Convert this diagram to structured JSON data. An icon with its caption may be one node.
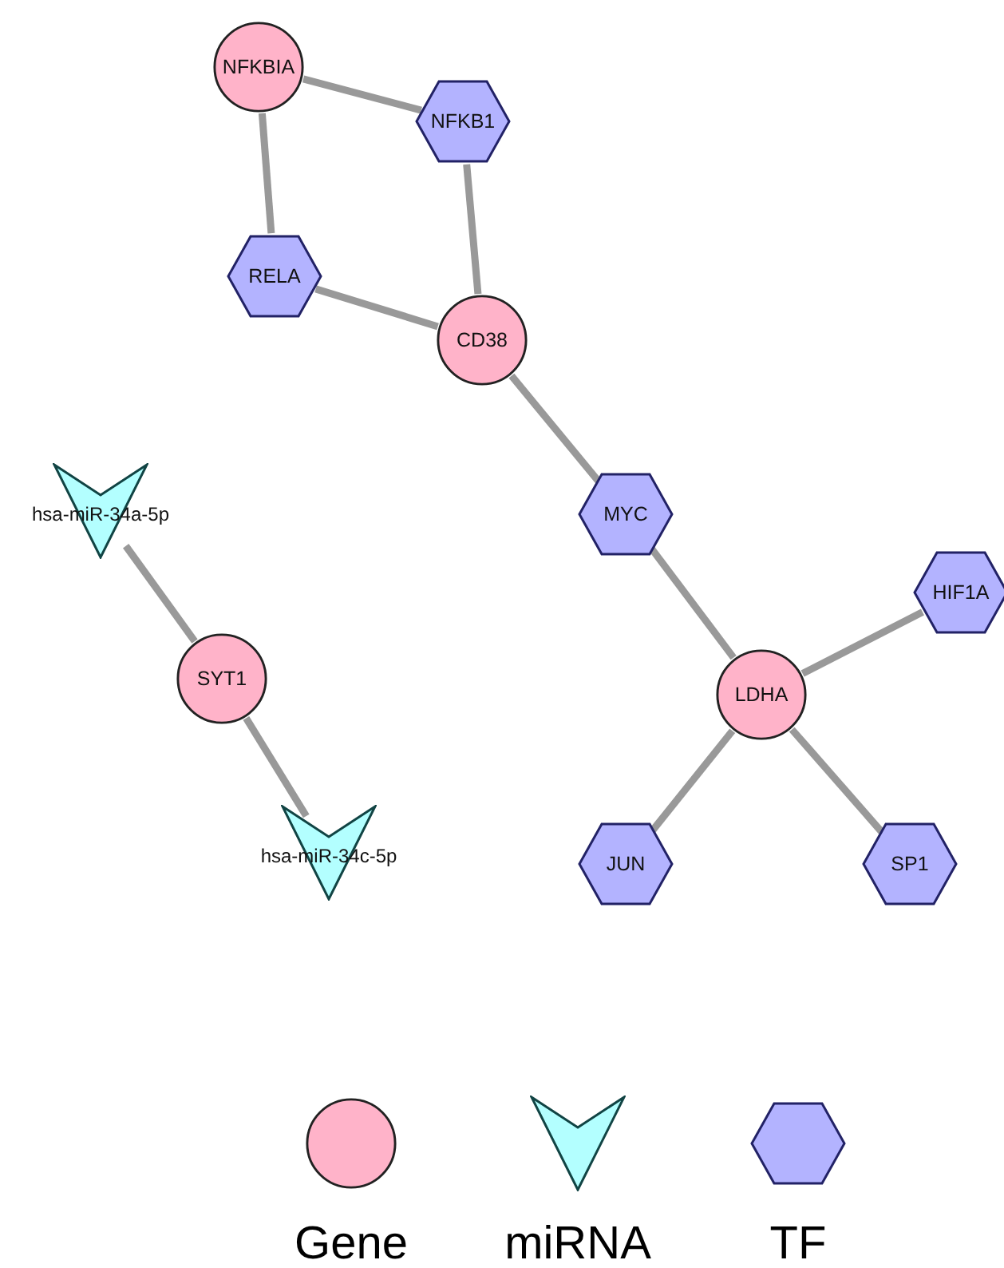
{
  "diagram": {
    "nodes": [
      {
        "text": [
          "NFKBIA"
        ]
      },
      {
        "text": [
          "NFKB1"
        ]
      },
      {
        "text": [
          "RELA"
        ]
      },
      {
        "text": [
          "CD38"
        ]
      },
      {
        "text": [
          "hsa-miR-34a-5p"
        ]
      },
      {
        "text": [
          "MYC"
        ]
      },
      {
        "text": [
          "HIF1A"
        ]
      },
      {
        "text": [
          "SYT1"
        ]
      },
      {
        "text": [
          "LDHA"
        ]
      },
      {
        "text": [
          "hsa-miR-34c-5p"
        ]
      },
      {
        "text": [
          "JUN"
        ]
      },
      {
        "text": [
          "SP1"
        ]
      }
    ],
    "edges": [
      {
        "from": 0,
        "to": 1,
        "arrow": "none"
      },
      {
        "from": 0,
        "to": 2,
        "arrow": "none"
      },
      {
        "from": 1,
        "to": 3,
        "arrow": "none"
      },
      {
        "from": 2,
        "to": 3,
        "arrow": "none"
      },
      {
        "from": 3,
        "to": 5,
        "arrow": "none"
      },
      {
        "from": 5,
        "to": 8,
        "arrow": "none"
      },
      {
        "from": 8,
        "to": 6,
        "arrow": "none"
      },
      {
        "from": 8,
        "to": 10,
        "arrow": "none"
      },
      {
        "from": 8,
        "to": 11,
        "arrow": "none"
      },
      {
        "from": 4,
        "to": 7,
        "arrow": "none"
      },
      {
        "from": 7,
        "to": 9,
        "arrow": "none"
      }
    ],
    "legend": [
      {
        "text": "Gene"
      },
      {
        "text": "miRNA"
      },
      {
        "text": "TF"
      }
    ]
  }
}
